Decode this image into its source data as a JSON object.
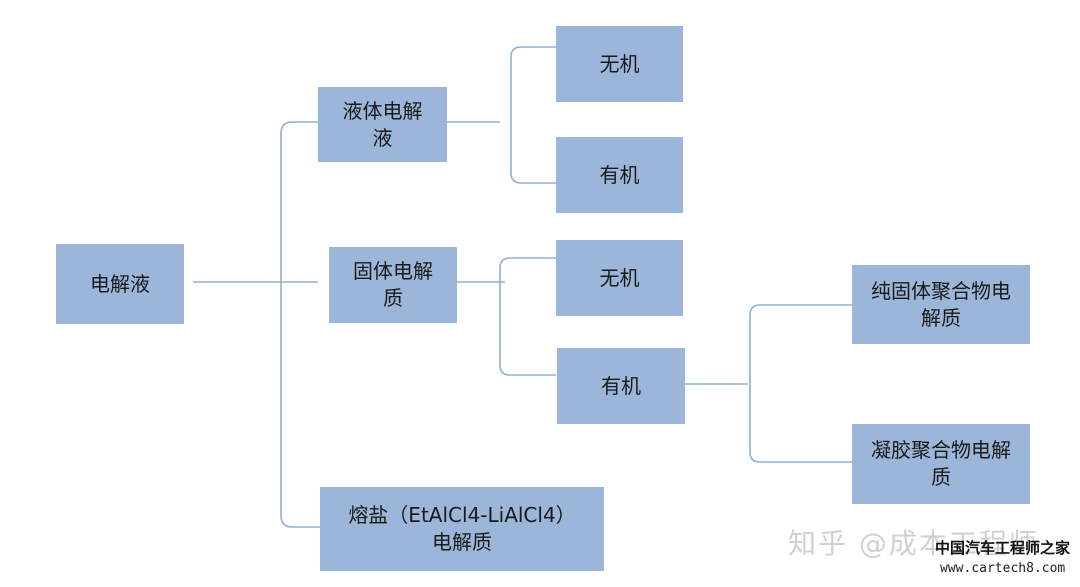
{
  "diagram": {
    "root": "电解液",
    "liquid": "液体电解液",
    "liquid_inorganic": "无机",
    "liquid_organic": "有机",
    "solid": "固体电解质",
    "solid_inorganic": "无机",
    "solid_organic": "有机",
    "pure_polymer": "纯固体聚合物电解质",
    "gel_polymer": "凝胶聚合物电解质",
    "molten_salt_line1": "熔盐（EtAlCl4-LiAlCl4）",
    "molten_salt_line2": "电解质"
  },
  "watermark": {
    "zhihu": "知乎 @成本工程师",
    "site": "中国汽车工程师之家",
    "url": "www.cartech8.com"
  },
  "colors": {
    "node_fill": "#9bb6d8",
    "line": "#8fb0d4",
    "text": "#1a1a1a"
  }
}
